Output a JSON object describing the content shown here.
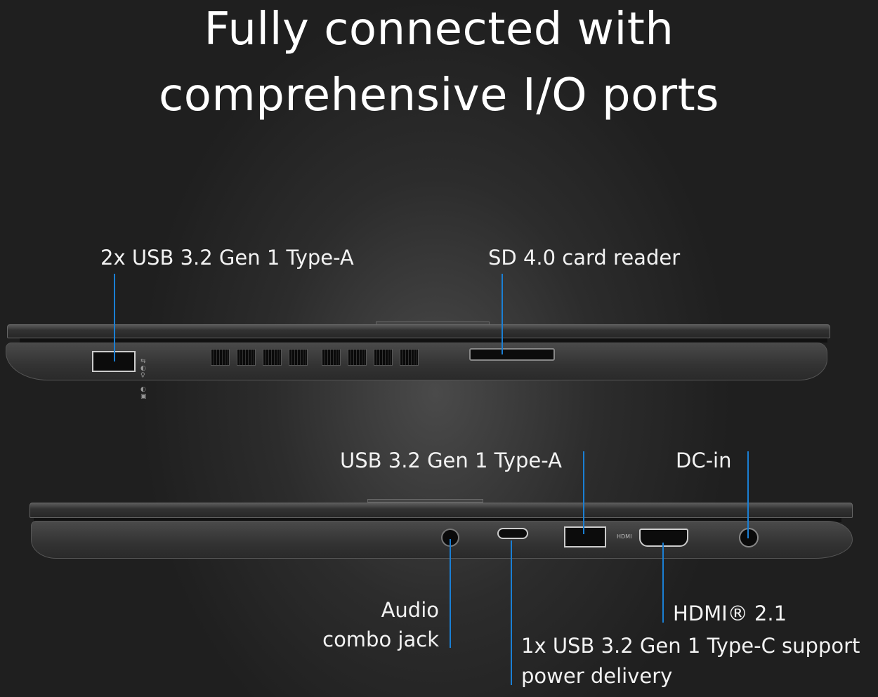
{
  "title": {
    "line1": "Fully connected with",
    "line2": "comprehensive I/O ports"
  },
  "top_view": {
    "labels": {
      "usb_a": "2x USB 3.2 Gen 1 Type-A",
      "sd": "SD 4.0 card reader"
    }
  },
  "bottom_view": {
    "labels": {
      "usb_a": "USB 3.2 Gen 1 Type-A",
      "dc": "DC-in",
      "audio_1": "Audio",
      "audio_2": "combo jack",
      "hdmi": "HDMI® 2.1",
      "usbc_1": "1x USB 3.2 Gen 1 Type-C support",
      "usbc_2": "power delivery"
    },
    "port_marks": {
      "hdmi": "HDMI"
    }
  },
  "colors": {
    "callout": "#1a7fd4"
  }
}
